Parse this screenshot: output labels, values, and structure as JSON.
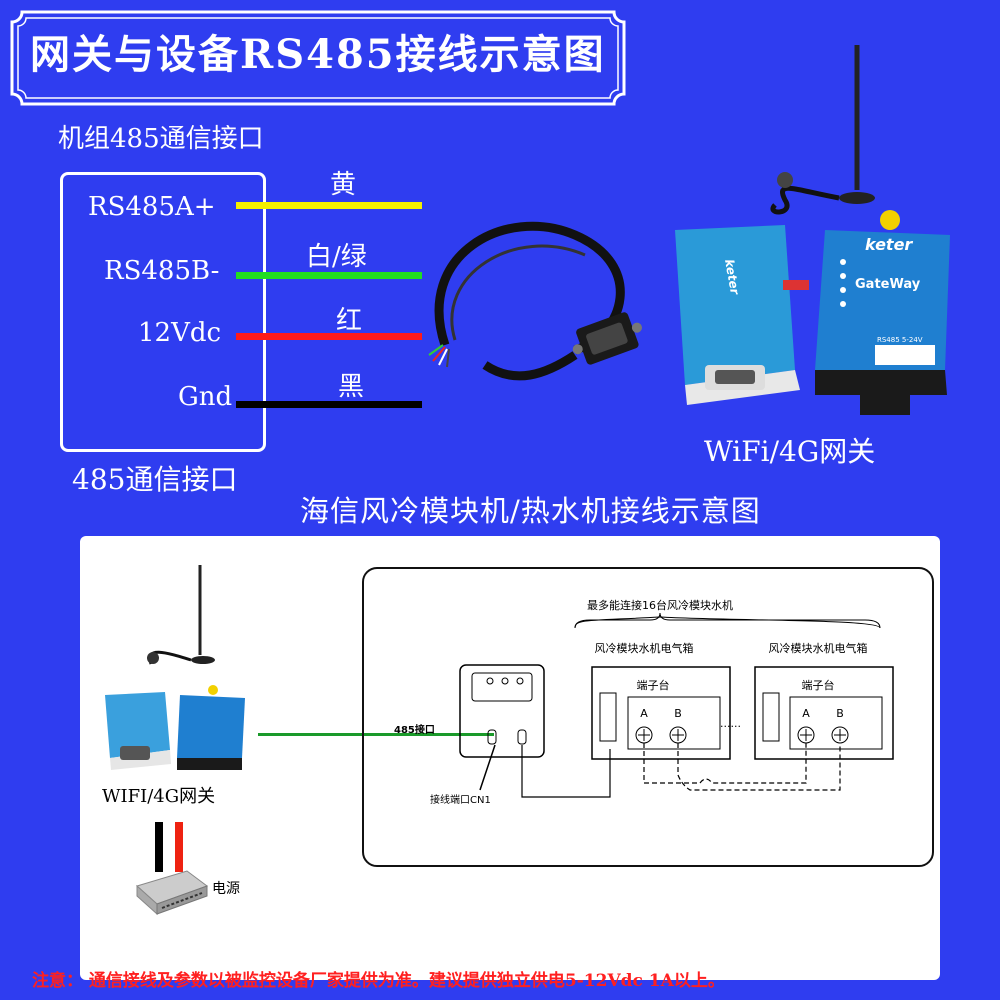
{
  "title": "网关与设备RS485接线示意图",
  "unit_header": "机组485通信接口",
  "unit_footer": "485通信接口",
  "pins": [
    {
      "label": "RS485A+",
      "color_name": "黄",
      "color": "#f4f000"
    },
    {
      "label": "RS485B-",
      "color_name": "白/绿",
      "color": "#22dd22"
    },
    {
      "label": "12Vdc",
      "color_name": "红",
      "color": "#ff1a1a"
    },
    {
      "label": "Gnd",
      "color_name": "黑",
      "color": "#000000"
    }
  ],
  "gateway_label": "WiFi/4G网关",
  "gateway_brand": "keter",
  "gateway_model": "GateWay",
  "gateway_terminal": "RS485 5-24V",
  "section_title": "海信风冷模块机/热水机接线示意图",
  "diagram": {
    "gateway_label": "WIFI/4G网关",
    "power_label": "电源",
    "max_note": "最多能连接16台风冷模块水机",
    "box_label": "风冷模块水机电气箱",
    "terminal_label": "端子台",
    "term_a": "A",
    "term_b": "B",
    "ellipsis": "......",
    "port_485": "485接口",
    "port_cn1": "接线端口CN1"
  },
  "note": "注意： 通信接线及参数以被监控设备厂家提供为准。建议提供独立供电5-12Vdc 1A以上。",
  "colors": {
    "background": "#2f3df0",
    "note": "#ff2020",
    "signal_wire": "#1a9a2a"
  }
}
